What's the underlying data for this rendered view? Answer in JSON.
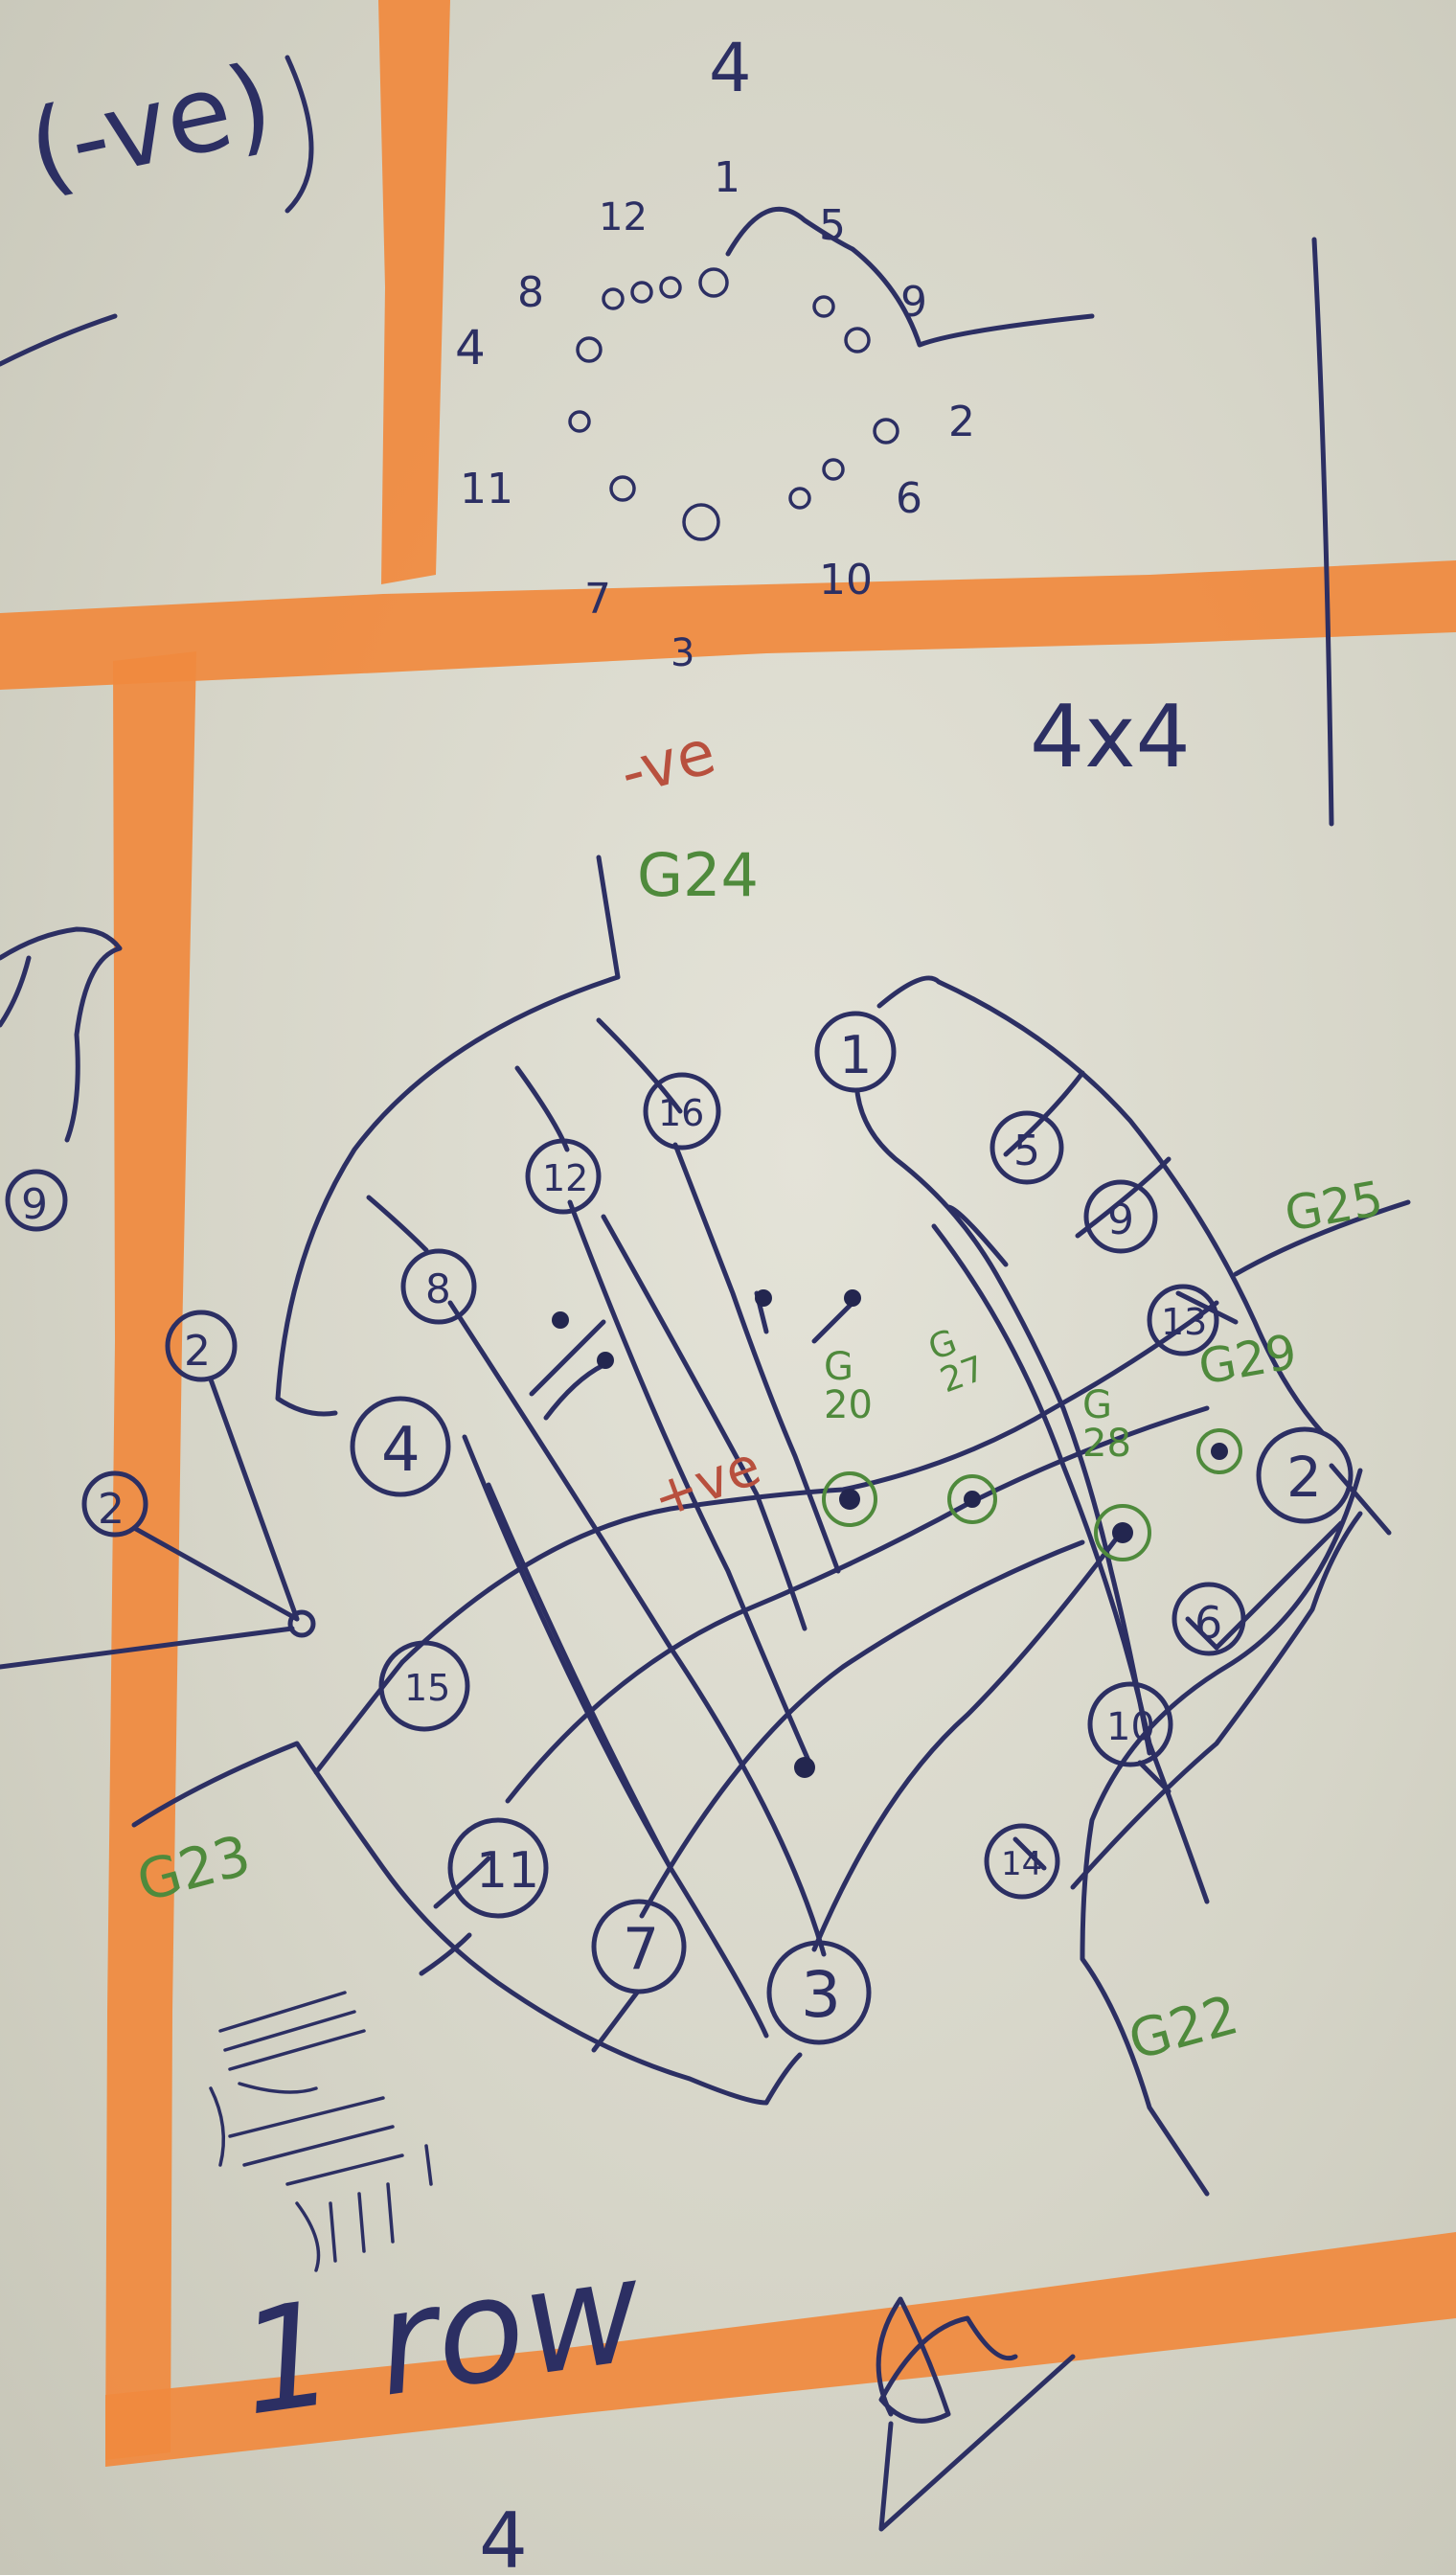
{
  "orange_color": "#f08a3e",
  "ink_color": "#2c2f63",
  "green_color": "#4f8a3c",
  "red_color": "#b8503e",
  "top_left": {
    "label": "(-ve)"
  },
  "top_pinout": {
    "header": "4",
    "pins": [
      "12",
      "1",
      "5",
      "8",
      "9",
      "4",
      "2",
      "11",
      "6",
      "7",
      "10",
      "3"
    ]
  },
  "right_label": "4x4",
  "main_grid": {
    "neg_label": "-ve",
    "pos_label": "+ve",
    "nodes": [
      "1",
      "5",
      "9",
      "13",
      "2",
      "16",
      "12",
      "8",
      "4",
      "6",
      "10",
      "14",
      "15",
      "11",
      "7",
      "3"
    ],
    "gpio": {
      "g24": "G24",
      "g25": "G25",
      "g23": "G23",
      "g22": "G22",
      "g20": "G\n20",
      "g27": "G\n27",
      "g28": "G\n28",
      "g29": "G29"
    }
  },
  "left_partial": {
    "nodes": [
      "9",
      "2",
      "2"
    ]
  },
  "bottom": {
    "row_label": "1 row",
    "footer": "4"
  }
}
